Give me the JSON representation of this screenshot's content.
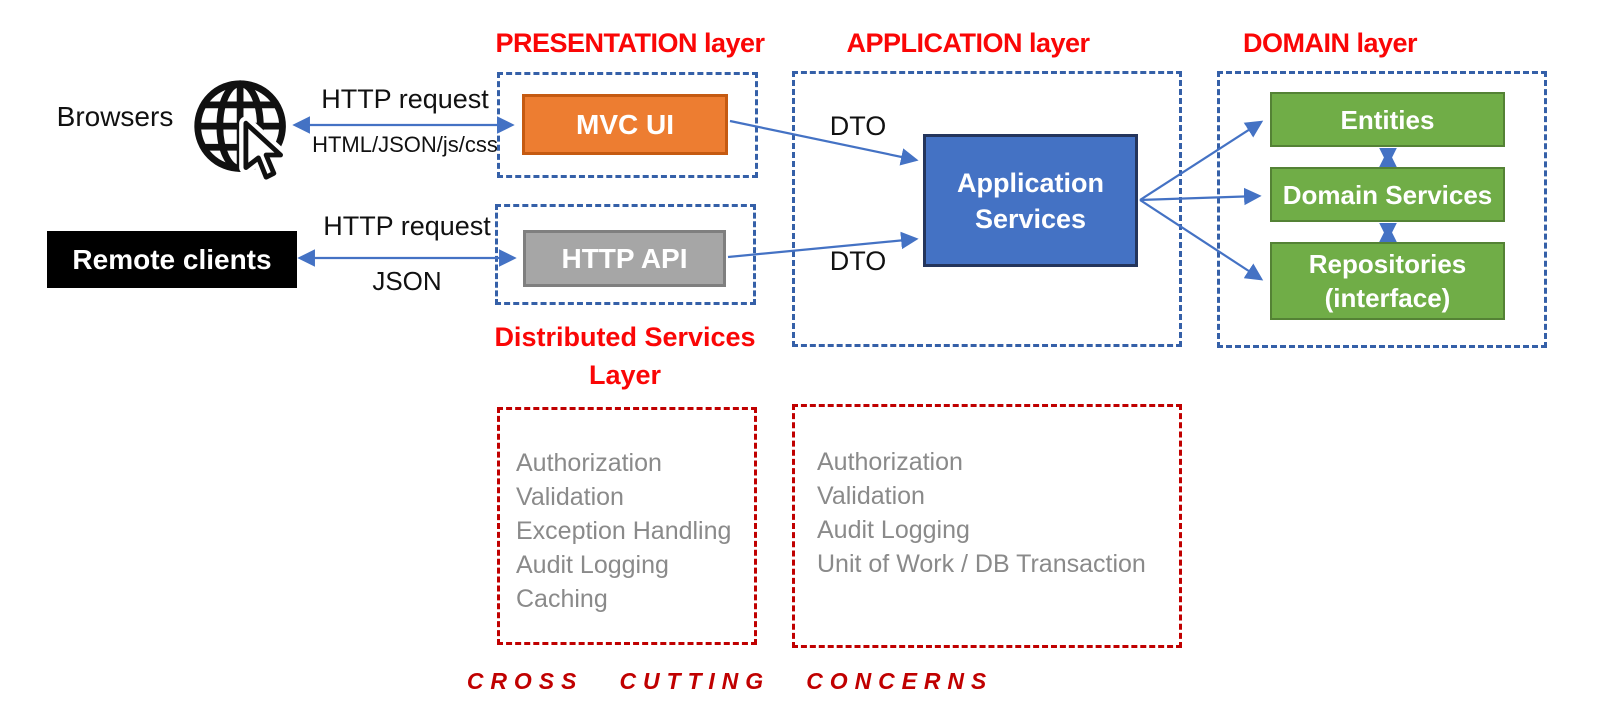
{
  "headers": {
    "presentation": "PRESENTATION layer",
    "application": "APPLICATION layer",
    "domain": "DOMAIN layer",
    "distributed_line1": "Distributed Services",
    "distributed_line2": "Layer",
    "cross_cutting": "CROSS CUTTING CONCERNS"
  },
  "clients": {
    "browsers": "Browsers",
    "remote": "Remote clients"
  },
  "connections": {
    "browser_arrow_top": "HTTP request",
    "browser_arrow_bottom": "HTML/JSON/js/css",
    "remote_arrow_top": "HTTP request",
    "remote_arrow_bottom": "JSON",
    "dto_top": "DTO",
    "dto_bottom": "DTO"
  },
  "nodes": {
    "mvc_ui": "MVC UI",
    "http_api": "HTTP API",
    "application_services": "Application Services",
    "entities": "Entities",
    "domain_services": "Domain Services",
    "repositories": "Repositories (interface)"
  },
  "concerns": {
    "distributed": [
      "Authorization",
      "Validation",
      "Exception Handling",
      "Audit Logging",
      "Caching"
    ],
    "application": [
      "Authorization",
      "Validation",
      "Audit Logging",
      "Unit of Work / DB Transaction"
    ]
  },
  "icons": {
    "browsers_icon": "globe-with-cursor-icon"
  },
  "colors": {
    "layer_label_red": "#fa0606",
    "cross_cutting_red": "#c00000",
    "dashed_blue": "#3560a8",
    "arrow_blue": "#4472c4",
    "orange_fill": "#ed7d31",
    "orange_border": "#c55a11",
    "gray_fill": "#a6a6a6",
    "gray_border": "#7f7f7f",
    "blue_fill": "#4472c4",
    "blue_border": "#24355c",
    "green_fill": "#70ad47",
    "green_border": "#548235",
    "list_text_gray": "#8a8a8a",
    "client_black": "#000000"
  }
}
